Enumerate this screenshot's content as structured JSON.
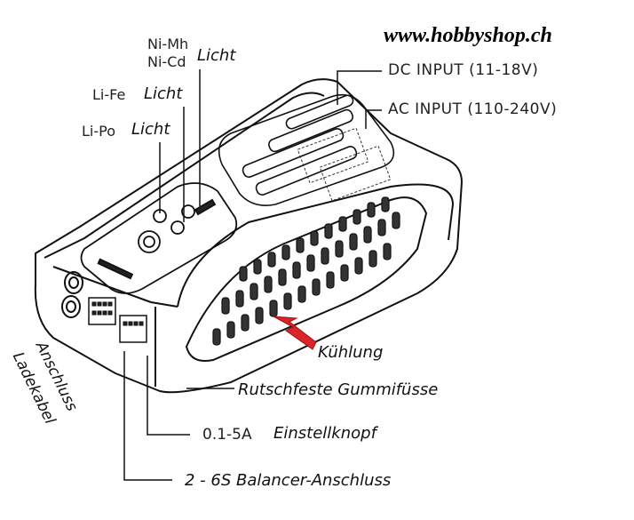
{
  "website": "www.hobbyshop.ch",
  "labels": {
    "nimh": "Ni-Mh",
    "nicd": "Ni-Cd",
    "licht1": "Licht",
    "life": "Li-Fe",
    "licht2": "Licht",
    "lipo": "Li-Po",
    "licht3": "Licht",
    "dc_input": "DC INPUT (11-18V)",
    "ac_input": "AC INPUT (110-240V)",
    "kuehlung": "Kühlung",
    "gummi": "Rutschfeste Gummifüsse",
    "current": "0.1-5A",
    "einstell": "Einstellknopf",
    "balancer": "2 - 6S Balancer-Anschluss",
    "anschluss": "Anschluss",
    "ladekabel": "Ladekabel"
  }
}
